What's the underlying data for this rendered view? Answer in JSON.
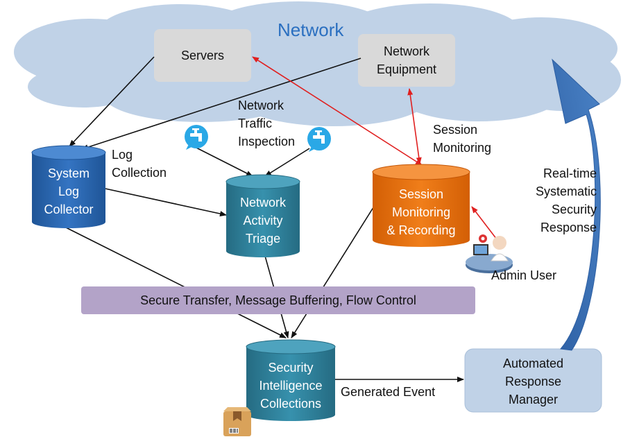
{
  "network": {
    "title": "Network"
  },
  "nodes": {
    "servers": {
      "lines": [
        "Servers"
      ]
    },
    "network_equipment": {
      "lines": [
        "Network",
        "Equipment"
      ]
    },
    "system_log_collector": {
      "lines": [
        "System",
        "Log",
        "Collector"
      ]
    },
    "network_activity_triage": {
      "lines": [
        "Network",
        "Activity",
        "Triage"
      ]
    },
    "session_monitoring_recording": {
      "lines": [
        "Session",
        "Monitoring",
        "& Recording"
      ]
    },
    "secure_transfer": {
      "text": "Secure Transfer, Message Buffering, Flow Control"
    },
    "security_intelligence": {
      "lines": [
        "Security",
        "Intelligence",
        "Collections"
      ]
    },
    "automated_response_manager": {
      "lines": [
        "Automated",
        "Response",
        "Manager"
      ]
    }
  },
  "labels": {
    "log_collection": [
      "Log",
      "Collection"
    ],
    "network_traffic_inspection": [
      "Network",
      "Traffic",
      "Inspection"
    ],
    "session_monitoring": [
      "Session",
      "Monitoring"
    ],
    "real_time_response": [
      "Real-time",
      "Systematic",
      "Security",
      "Response"
    ],
    "admin_user": "Admin User",
    "generated_event": "Generated Event"
  },
  "colors": {
    "cloud": "#c0d2e7",
    "gray_box": "#d9d9d9",
    "blue_cylinder": "#2a66ad",
    "teal_cylinder": "#30809a",
    "orange_cylinder": "#e46c0a",
    "purple_bar": "#b3a3c8",
    "response_box": "#c0d2e7",
    "arrow_red": "#e02020",
    "curved_arrow": "#3a6fb5"
  },
  "icons": [
    "water-tap-icon",
    "water-tap-icon",
    "admin-user-icon",
    "package-icon"
  ]
}
